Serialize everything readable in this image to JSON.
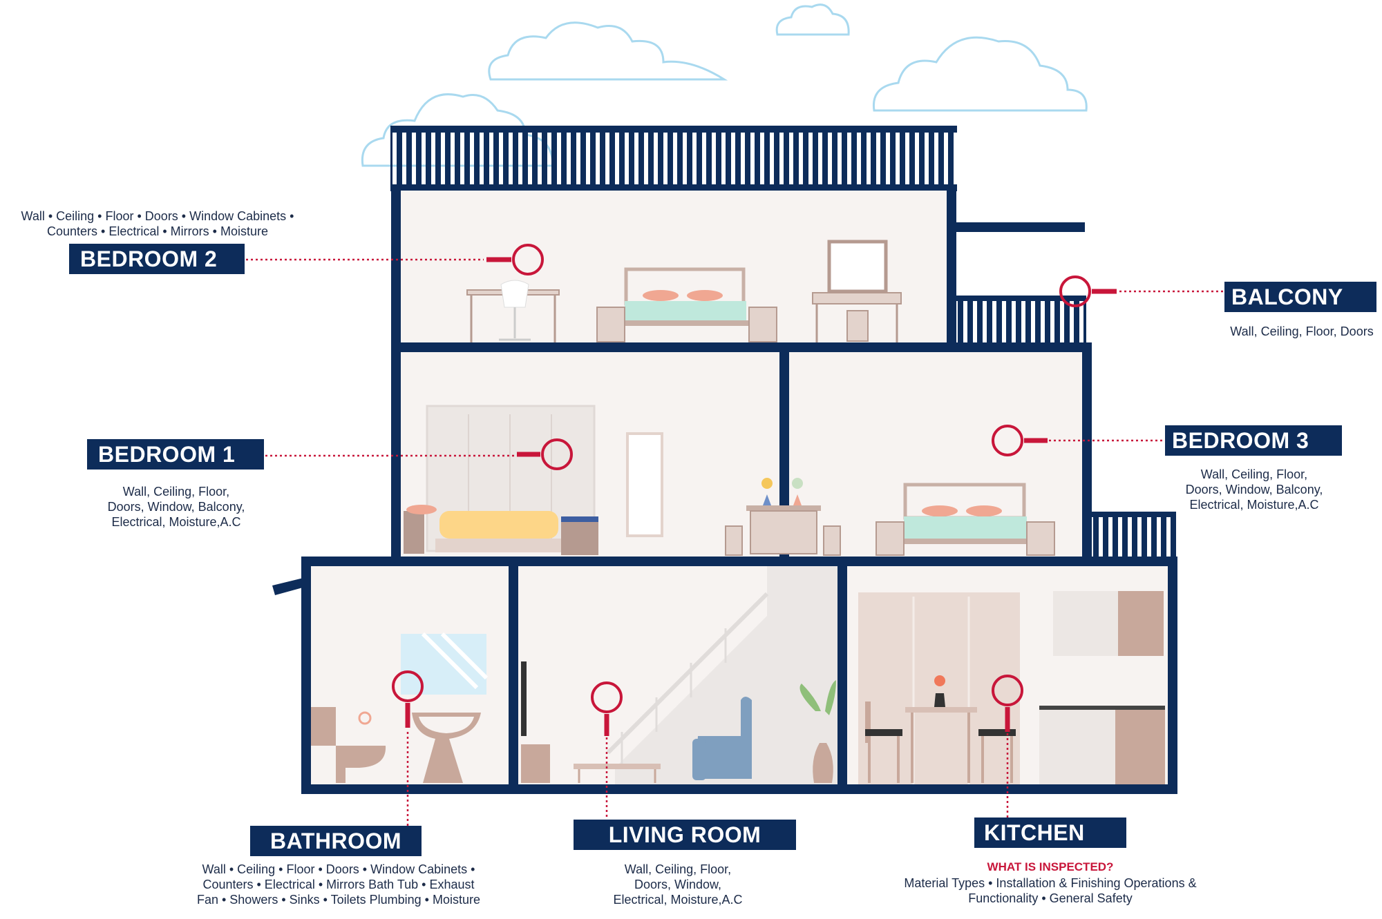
{
  "colors": {
    "navy": "#0d2c5a",
    "accent": "#c8163a",
    "wall": "#f7f3f1",
    "text": "#1c2b48"
  },
  "rooms": {
    "bedroom2": {
      "label": "BEDROOM 2",
      "desc": [
        "Wall • Ceiling • Floor • Doors • Window   Cabinets •",
        "Counters • Electrical • Mirrors  • Moisture"
      ]
    },
    "balcony": {
      "label": "BALCONY",
      "desc": [
        "Wall, Ceiling, Floor, Doors"
      ]
    },
    "bedroom1": {
      "label": "BEDROOM 1",
      "desc": [
        "Wall, Ceiling, Floor,",
        "Doors, Window, Balcony,",
        "Electrical, Moisture,A.C"
      ]
    },
    "bedroom3": {
      "label": "BEDROOM 3",
      "desc": [
        "Wall, Ceiling, Floor,",
        "Doors, Window, Balcony,",
        "Electrical, Moisture,A.C"
      ]
    },
    "bathroom": {
      "label": "BATHROOM",
      "desc": [
        "Wall • Ceiling • Floor • Doors • Window   Cabinets •",
        "Counters • Electrical • Mirrors   Bath Tub • Exhaust",
        "Fan • Showers • Sinks • Toilets Plumbing • Moisture"
      ]
    },
    "living": {
      "label": "LIVING ROOM",
      "desc": [
        "Wall, Ceiling, Floor,",
        "Doors, Window,",
        "Electrical, Moisture,A.C"
      ]
    },
    "kitchen": {
      "label": "KITCHEN",
      "inspect_title": "WHAT IS INSPECTED?",
      "desc": [
        "Material Types • Installation & Finishing Operations &",
        "Functionality • General Safety"
      ]
    }
  },
  "icons": {
    "inspection": "magnifier-icon",
    "cloud": "cloud-icon"
  }
}
